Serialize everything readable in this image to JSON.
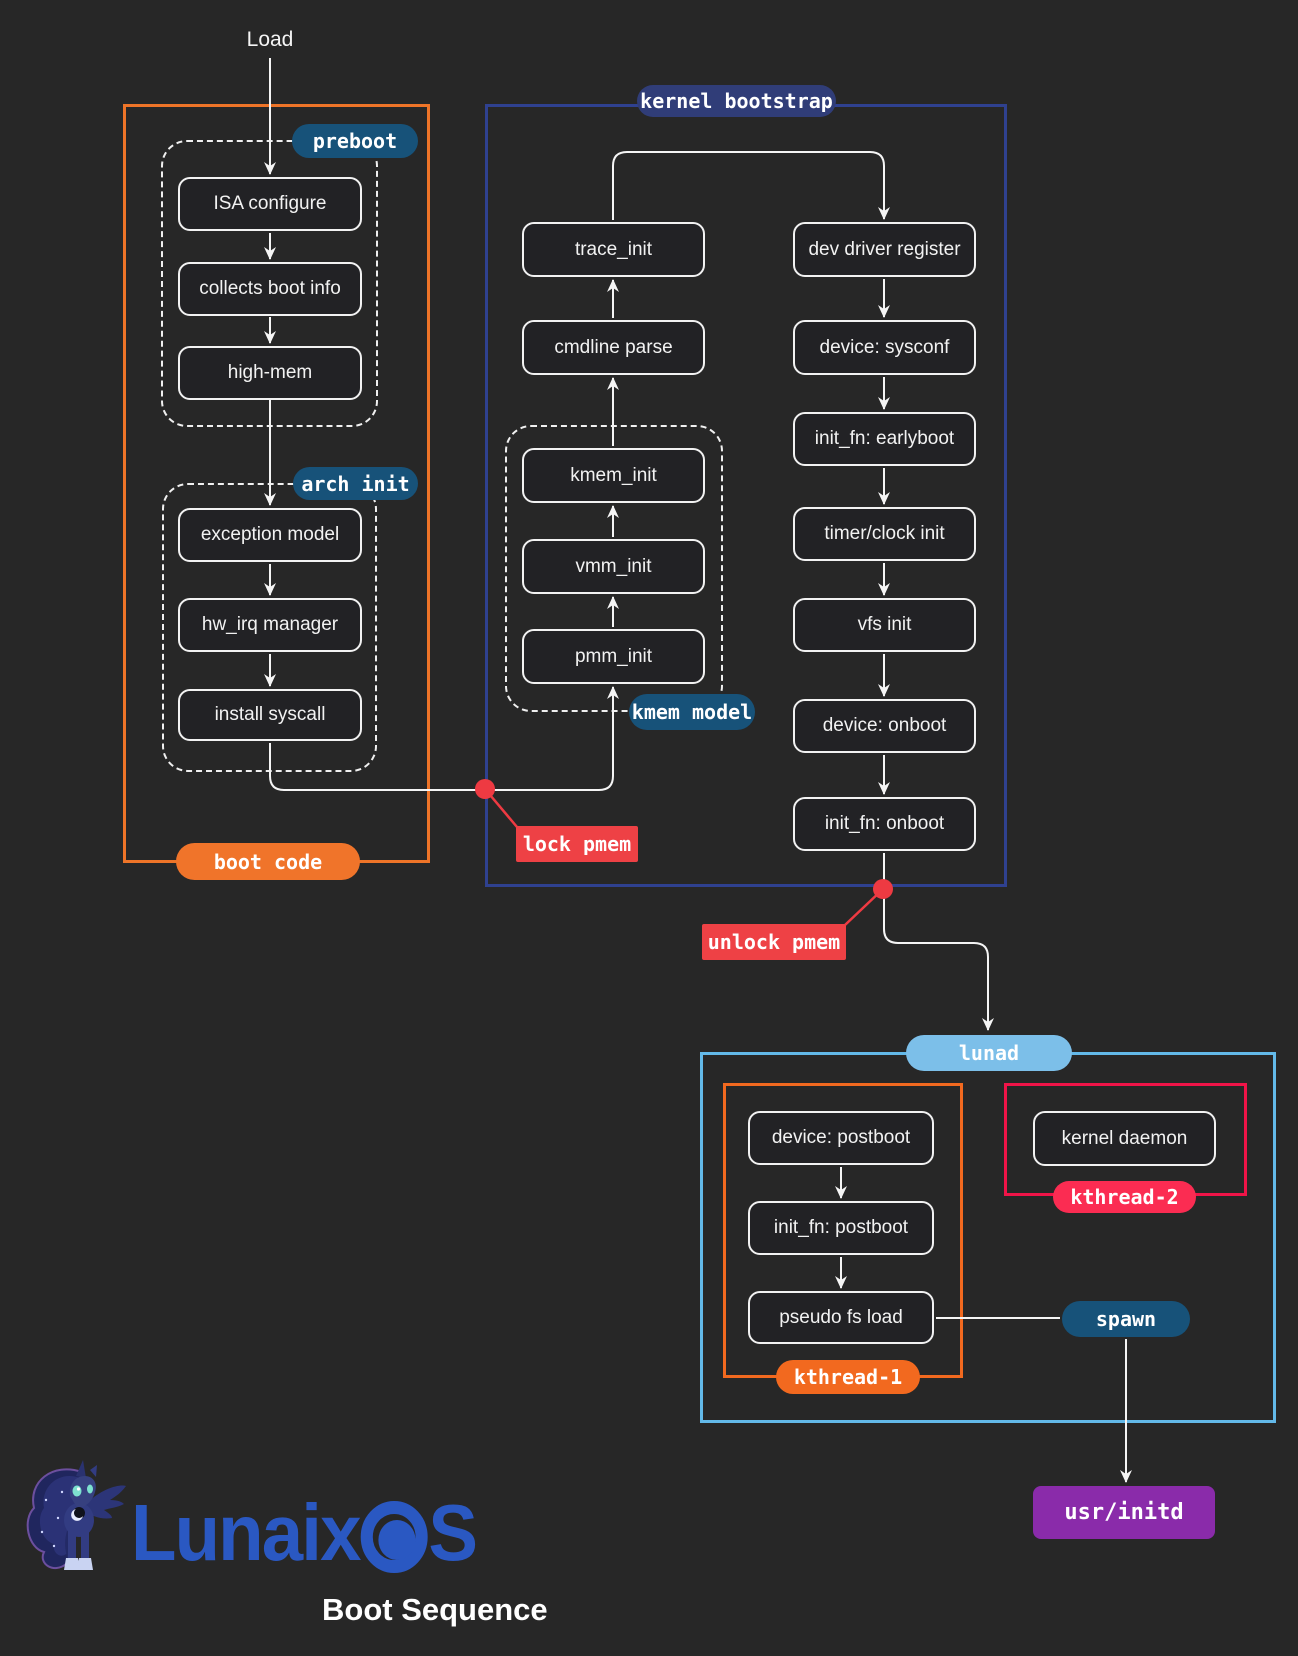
{
  "load_label": "Load",
  "groups": {
    "boot_code": "boot code",
    "kernel_bootstrap": "kernel bootstrap",
    "preboot": "preboot",
    "arch_init": "arch init",
    "kmem_model": "kmem model",
    "lunad": "lunad",
    "kthread1": "kthread-1",
    "kthread2": "kthread-2"
  },
  "nodes": {
    "isa": "ISA configure",
    "collects": "collects boot info",
    "highmem": "high-mem",
    "exception": "exception model",
    "hwirq": "hw_irq manager",
    "install": "install syscall",
    "trace": "trace_init",
    "cmdline": "cmdline parse",
    "kmem": "kmem_init",
    "vmm": "vmm_init",
    "pmm": "pmm_init",
    "devreg": "dev driver register",
    "sysconf": "device: sysconf",
    "earlyboot": "init_fn: earlyboot",
    "timer": "timer/clock init",
    "vfs": "vfs init",
    "onboot": "device: onboot",
    "initfn_onboot": "init_fn: onboot",
    "devpost": "device: postboot",
    "initfn_post": "init_fn: postboot",
    "pseudofs": "pseudo fs load",
    "kdaemon": "kernel daemon"
  },
  "actions": {
    "spawn": "spawn",
    "usr_initd": "usr/initd"
  },
  "annotations": {
    "lock_pmem": "lock pmem",
    "unlock_pmem": "unlock pmem"
  },
  "logo": {
    "brand_prefix": "Lunaix",
    "brand_suffix": "S",
    "title": "Boot Sequence"
  },
  "colors": {
    "background": "#272727",
    "node_border": "#f2f2f2",
    "boot_code_orange": "#ee7428",
    "kernel_navy_border": "#2f4190",
    "kernel_pill_navy": "#303d78",
    "teal_pill": "#175279",
    "lunad_border": "#63b9e9",
    "lunad_pill": "#7cbfe9",
    "kthread2_border": "#f01448",
    "kthread2_pill": "#fb2c52",
    "red_label": "#ee4145",
    "red_dot": "#ee3a42",
    "usr_initd_purple": "#8a2baa",
    "logo_blue": "#2a58c2"
  }
}
